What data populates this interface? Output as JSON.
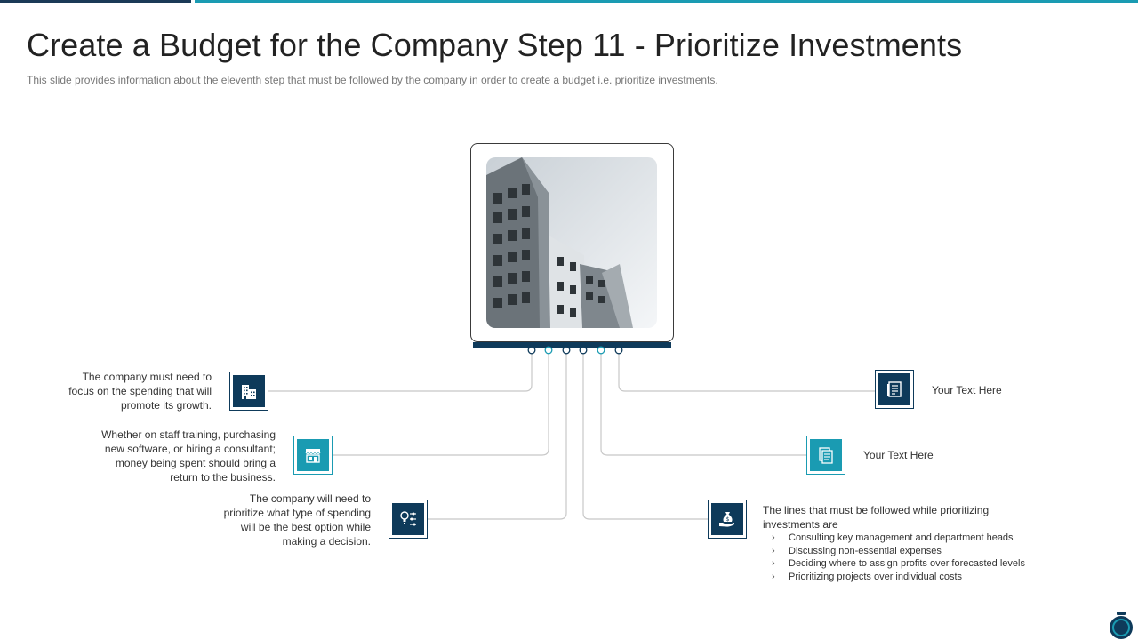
{
  "slide": {
    "title": "Create a Budget for the Company Step 11 - Prioritize Investments",
    "subtitle": "This slide provides  information  about the eleventh  step that must be followed  by the company  in order  to create  a budget  i.e. prioritize  investments."
  },
  "left_items": [
    {
      "lines": [
        "The company must need to",
        "focus on the spending that will",
        "promote its growth."
      ],
      "icon": "office-building-icon",
      "style": "dark"
    },
    {
      "lines": [
        "Whether on staff training, purchasing",
        "new software, or hiring a consultant;",
        "money being spent should bring a",
        "return to the business."
      ],
      "icon": "store-front-icon",
      "style": "teal"
    },
    {
      "lines": [
        "The company will need to",
        "prioritize what type of spending",
        "will be the best option while",
        "making a decision."
      ],
      "icon": "lightbulb-options-icon",
      "style": "dark"
    }
  ],
  "right_items": [
    {
      "text": "Your Text Here",
      "icon": "report-document-icon",
      "style": "dark"
    },
    {
      "text": "Your Text Here",
      "icon": "documents-icon",
      "style": "teal"
    },
    {
      "lines": [
        "The lines that must be followed while prioritizing",
        "investments are"
      ],
      "icon": "money-bag-hand-icon",
      "style": "dark"
    }
  ],
  "bullet_marker": "›",
  "bullets": [
    "Consulting key management and department heads",
    "Discussing non-essential expenses",
    "Deciding where to assign profits over forecasted levels",
    "Prioritizing projects over individual costs"
  ],
  "colors": {
    "dark_navy": "#0e3a5a",
    "teal": "#1a9bb2",
    "connector": "#c8c8c8"
  }
}
